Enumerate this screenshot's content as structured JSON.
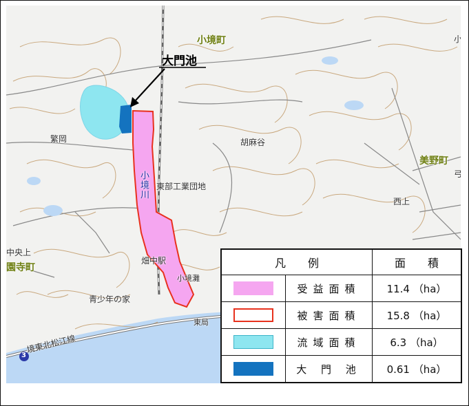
{
  "map": {
    "labels": {
      "kosakai_cho": "小境町",
      "daimon_ike": "大門池",
      "hanzai": "繁岡",
      "gomadani": "胡麻谷",
      "mino_cho": "美野町",
      "nishigami": "西上",
      "tobu_kogyo": "東部工業団地",
      "kosakai_gawa": "小境川",
      "naka_kyoku": "中央上",
      "enjiji_cho": "園寺町",
      "hatanaka_eki": "畑中駅",
      "kosakai_nada": "小境灘",
      "seishonen": "青少年の家",
      "higashikyoku": "東局",
      "road": "境東北松江線",
      "route_no": "3",
      "edge_top_right": "小",
      "edge_right": "弓"
    }
  },
  "legend": {
    "header_symbol": "凡　　例",
    "header_area": "面　　積",
    "rows": [
      {
        "label": "受益面積",
        "value": "11.4 （ha）",
        "swatch": "#f5a6f0"
      },
      {
        "label": "被害面積",
        "value": "15.8 （ha）",
        "swatch": "#e8311d"
      },
      {
        "label": "流域面積",
        "value": "6.3 （ha）",
        "swatch": "#8ee6f0"
      },
      {
        "label": "大 門 池",
        "value": "0.61 （ha）",
        "swatch": "#1473bf"
      }
    ]
  }
}
